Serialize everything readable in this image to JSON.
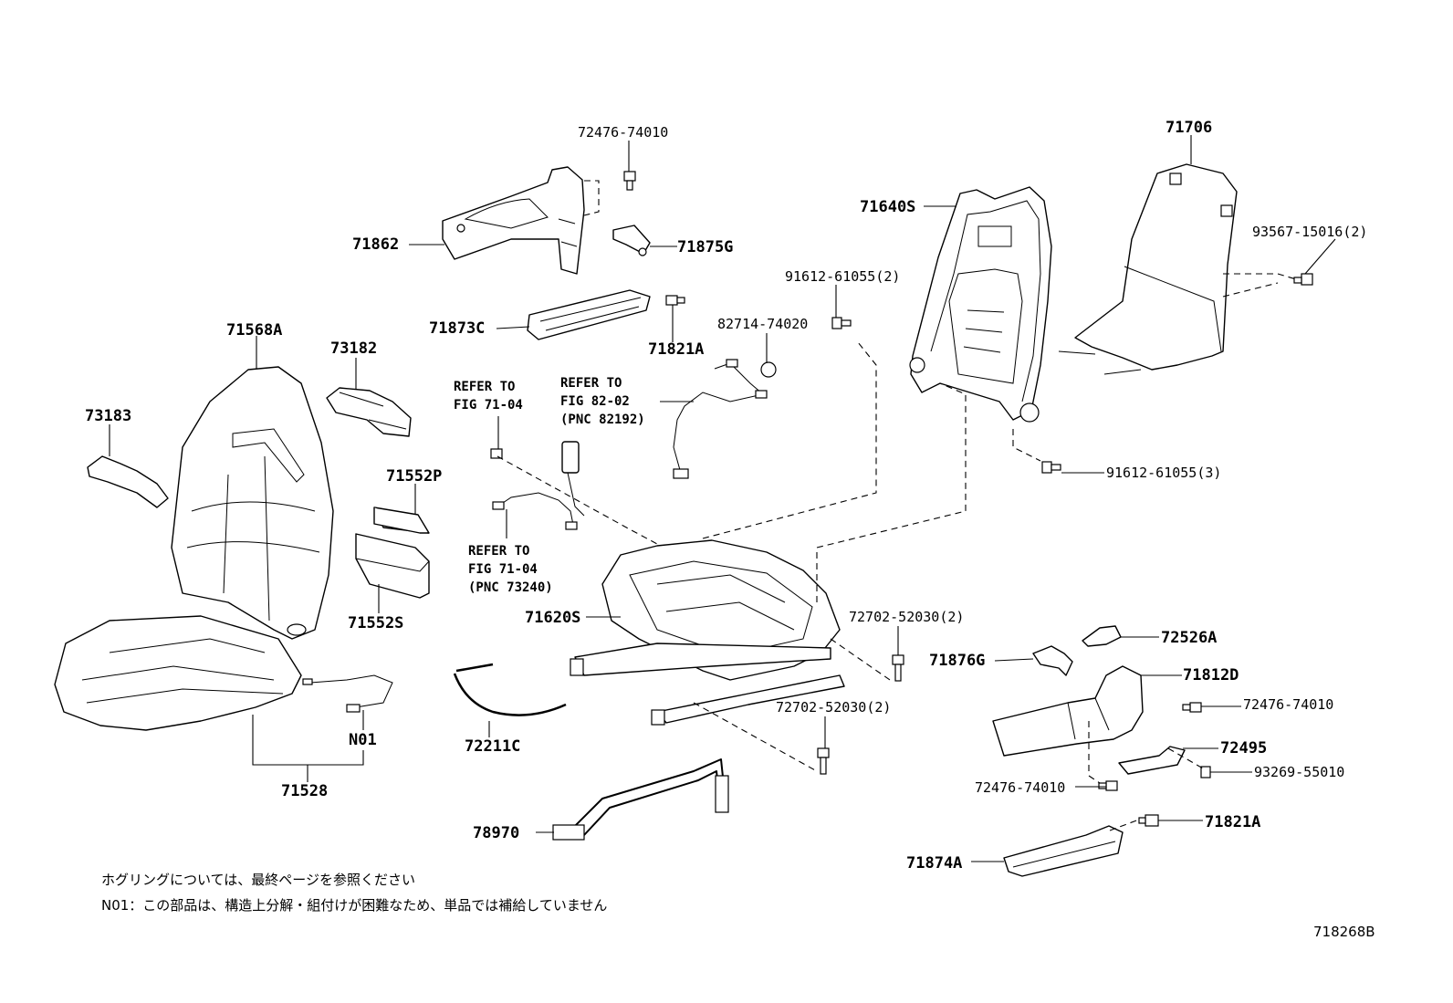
{
  "labels": {
    "p_72476_74010_top": "72476-74010",
    "p_71862": "71862",
    "p_71875G": "71875G",
    "p_71873C": "71873C",
    "p_71821A_top": "71821A",
    "p_82714_74020": "82714-74020",
    "p_71640S": "71640S",
    "p_71706": "71706",
    "p_93567_15016": "93567-15016(2)",
    "p_91612_61055_2": "91612-61055(2)",
    "p_91612_61055_3": "91612-61055(3)",
    "p_71568A": "71568A",
    "p_73182": "73182",
    "p_73183": "73183",
    "p_71552P": "71552P",
    "p_71552S": "71552S",
    "p_71620S": "71620S",
    "p_72702_52030_a": "72702-52030(2)",
    "p_72702_52030_b": "72702-52030(2)",
    "p_72526A": "72526A",
    "p_71876G": "71876G",
    "p_71812D": "71812D",
    "p_72476_74010_right": "72476-74010",
    "p_72495": "72495",
    "p_93269_55010": "93269-55010",
    "p_72476_74010_bottom": "72476-74010",
    "p_71821A_bottom": "71821A",
    "p_71874A": "71874A",
    "p_N01": "N01",
    "p_71528": "71528",
    "p_72211C": "72211C",
    "p_78970": "78970"
  },
  "refs": {
    "ref1_l1": "REFER TO",
    "ref1_l2": "FIG 71-04",
    "ref2_l1": "REFER TO",
    "ref2_l2": "FIG 82-02",
    "ref2_l3": "(PNC 82192)",
    "ref3_l1": "REFER TO",
    "ref3_l2": "FIG 71-04",
    "ref3_l3": "(PNC 73240)"
  },
  "notes": {
    "line1": "ホグリングについては、最終ページを参照ください",
    "line2": "N01：この部品は、構造上分解・組付けが困難なため、単品では補給していません"
  },
  "figure_id": "718268B"
}
